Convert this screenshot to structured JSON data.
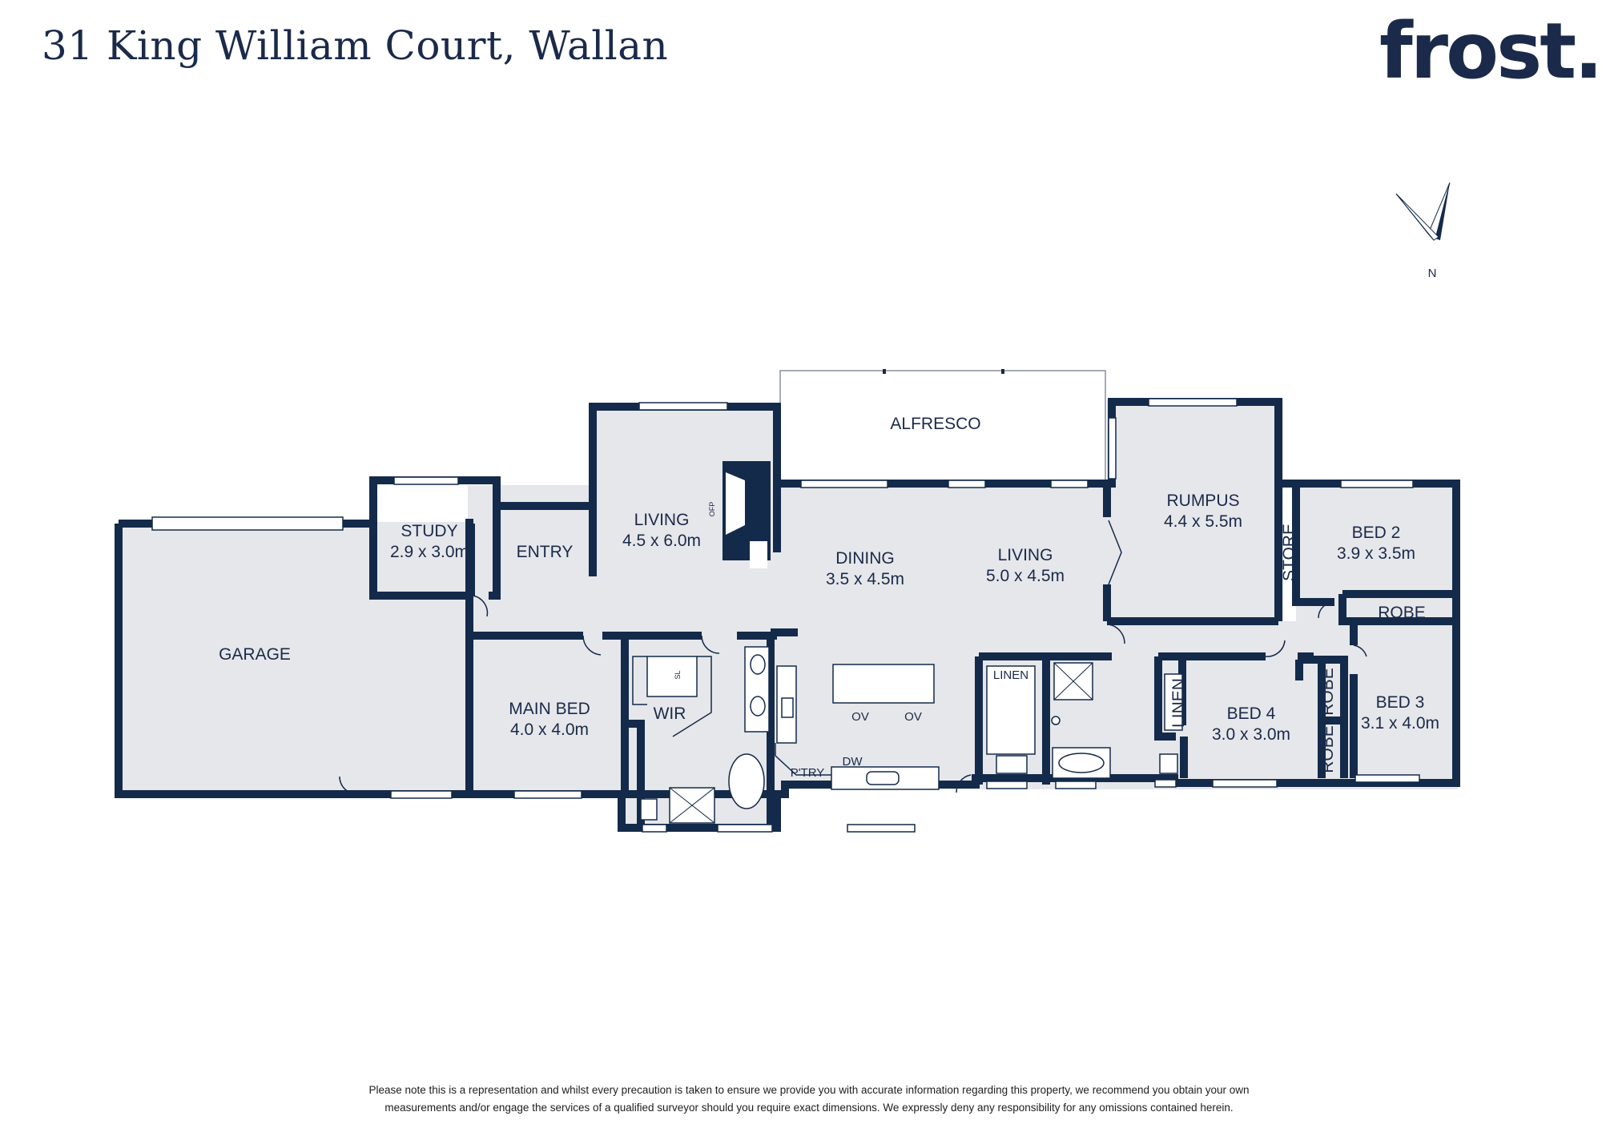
{
  "header": {
    "address": "31 King William Court, Wallan",
    "brand": "frost."
  },
  "compass": {
    "label": "N"
  },
  "rooms": {
    "garage": {
      "name": "GARAGE"
    },
    "study": {
      "name": "STUDY",
      "size": "2.9 x 3.0m"
    },
    "entry": {
      "name": "ENTRY"
    },
    "living_front": {
      "name": "LIVING",
      "size": "4.5 x 6.0m",
      "fireplace": "OFP"
    },
    "alfresco": {
      "name": "ALFRESCO"
    },
    "dining": {
      "name": "DINING",
      "size": "3.5 x 4.5m"
    },
    "living_rear": {
      "name": "LIVING",
      "size": "5.0 x 4.5m"
    },
    "rumpus": {
      "name": "RUMPUS",
      "size": "4.4 x 5.5m"
    },
    "store": {
      "name": "STORE"
    },
    "bed2": {
      "name": "BED 2",
      "size": "3.9 x 3.5m"
    },
    "robe_bed2": {
      "name": "ROBE"
    },
    "bed3": {
      "name": "BED 3",
      "size": "3.1 x 4.0m"
    },
    "robe_a": {
      "name": "ROBE"
    },
    "robe_b": {
      "name": "ROBE"
    },
    "bed4": {
      "name": "BED 4",
      "size": "3.0 x 3.0m"
    },
    "linen_hall": {
      "name": "LINEN"
    },
    "linen_laundry": {
      "name": "LINEN"
    },
    "main_bed": {
      "name": "MAIN BED",
      "size": "4.0 x 4.0m"
    },
    "wir": {
      "name": "WIR",
      "shelf": "SL"
    },
    "pantry": {
      "name": "P'TRY"
    },
    "dishwasher": {
      "name": "DW"
    },
    "oven_1": {
      "name": "OV"
    },
    "oven_2": {
      "name": "OV"
    }
  },
  "footer": {
    "disclaimer_line1": "Please note this is a representation and whilst every precaution is taken to ensure we provide you with accurate information regarding this property, we recommend you obtain your own",
    "disclaimer_line2": "measurements and/or engage the services of a qualified surveyor should you require exact dimensions. We expressly deny any responsibility for any omissions contained herein."
  },
  "colors": {
    "wall": "#132a4a",
    "floor": "#e6e7ea",
    "text": "#1b2a4a"
  }
}
